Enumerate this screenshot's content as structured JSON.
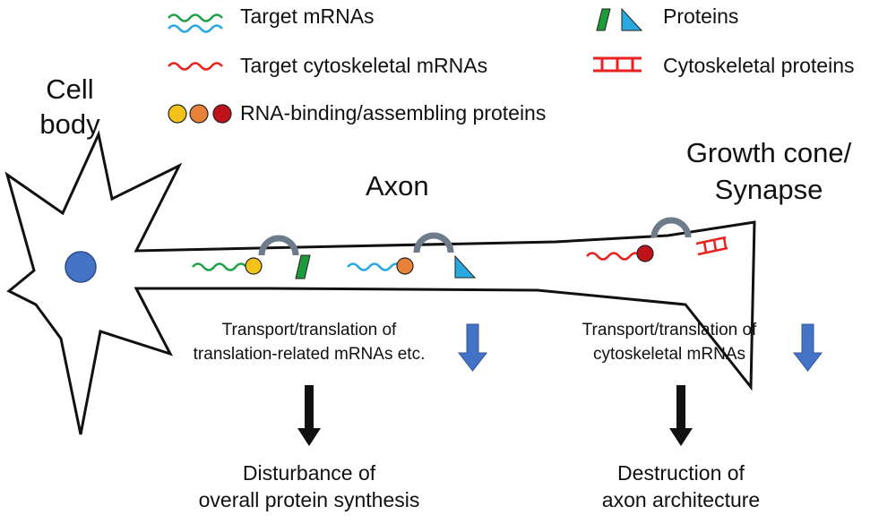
{
  "legend": {
    "target_mrnas": "Target mRNAs",
    "target_cytoskeletal_mrnas": "Target cytoskeletal mRNAs",
    "rna_binding_proteins": "RNA-binding/assembling proteins",
    "proteins": "Proteins",
    "cytoskeletal_proteins": "Cytoskeletal proteins"
  },
  "labels": {
    "cell_body_line1": "Cell",
    "cell_body_line2": "body",
    "axon": "Axon",
    "growth_cone_line1": "Growth cone/",
    "growth_cone_line2": "Synapse"
  },
  "processes": {
    "left_line1": "Transport/translation of",
    "left_line2": "translation-related mRNAs etc.",
    "right_line1": "Transport/translation of",
    "right_line2": "cytoskeletal mRNAs"
  },
  "outcomes": {
    "left_line1": "Disturbance of",
    "left_line2": "overall protein synthesis",
    "right_line1": "Destruction of",
    "right_line2": "axon architecture"
  },
  "colors": {
    "mrna_green": "#1fa34a",
    "mrna_blue": "#2aa8e0",
    "mrna_red": "#e8231f",
    "rbp_yellow": "#f2c21b",
    "rbp_orange": "#e8823a",
    "rbp_red": "#c0121b",
    "protein_green": "#1d9a3c",
    "protein_blue": "#2aa8e0",
    "nucleus": "#4472c4",
    "arrow_blue": "#4472c4",
    "ribosome": "#6d7b8a"
  }
}
